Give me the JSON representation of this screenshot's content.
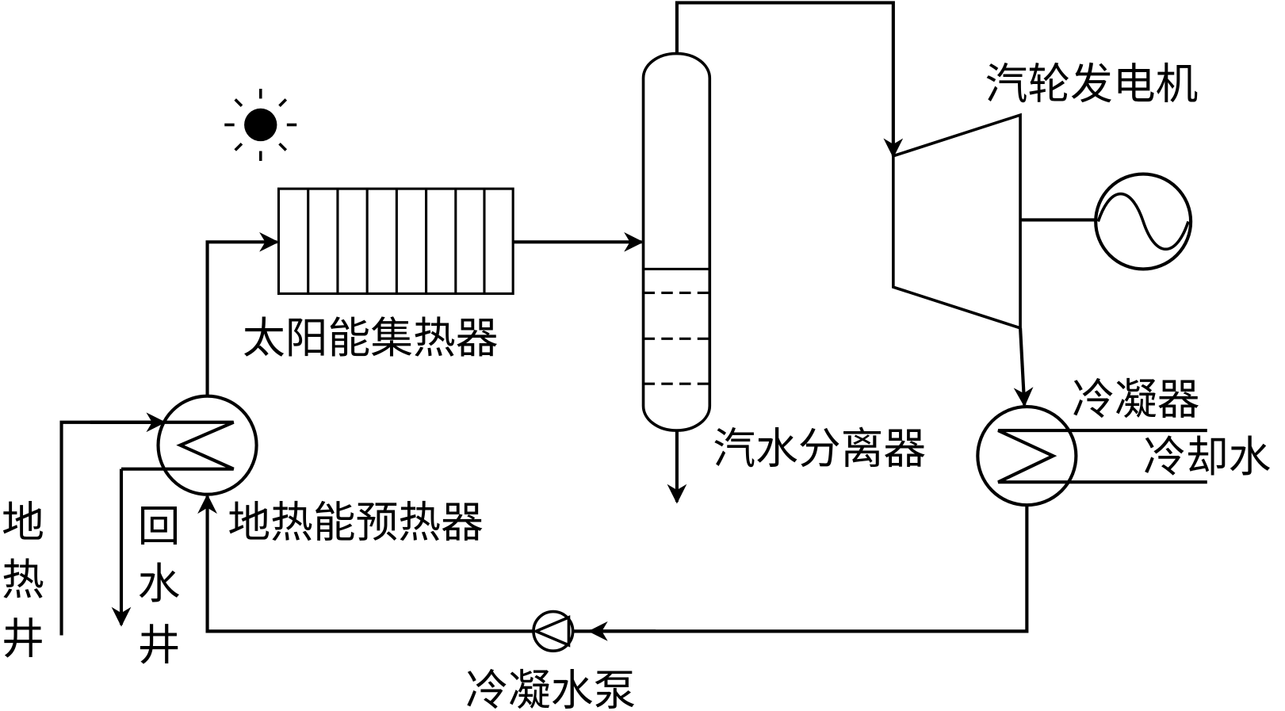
{
  "labels": {
    "solar_collector": "太阳能集热器",
    "turbine_generator": "汽轮发电机",
    "condenser": "冷凝器",
    "cooling_water": "冷却水",
    "separator": "汽水分离器",
    "geothermal_preheater": "地热能预热器",
    "geothermal_well": [
      "地",
      "热",
      "井"
    ],
    "return_well": [
      "回",
      "水",
      "井"
    ],
    "condensate_pump": "冷凝水泵"
  },
  "icons": [
    "sun-icon",
    "generator-icon",
    "pump-icon",
    "heat-exchanger-icon",
    "turbine-icon"
  ],
  "colors": {
    "line": "#000000",
    "background": "#ffffff"
  }
}
